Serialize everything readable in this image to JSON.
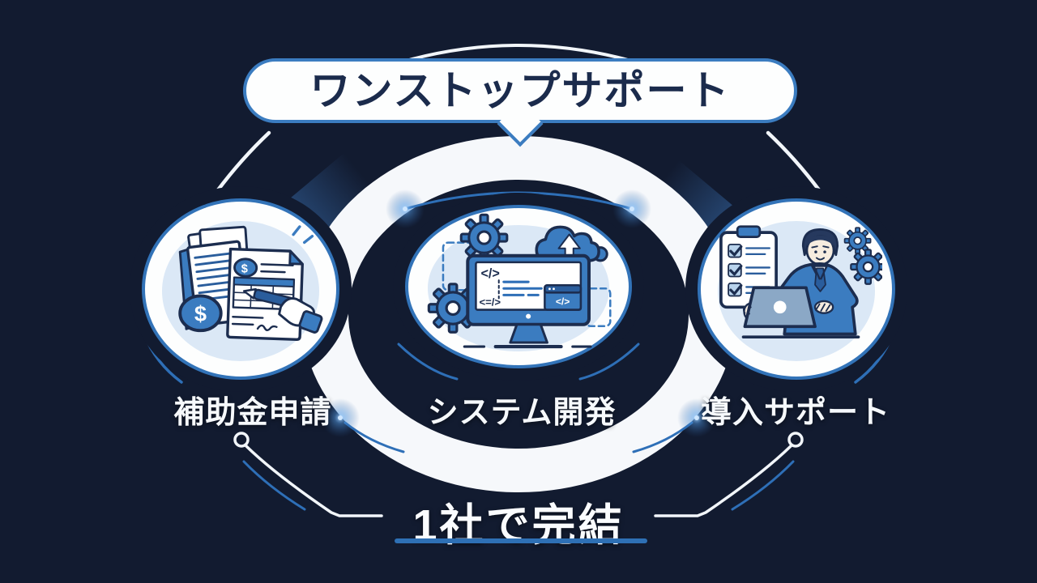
{
  "banner": {
    "text": "ワンストップサポート"
  },
  "steps": [
    {
      "label": "補助金申請",
      "icon": "subsidy-application-documents-icon"
    },
    {
      "label": "システム開発",
      "icon": "system-development-monitor-icon"
    },
    {
      "label": "導入サポート",
      "icon": "implementation-support-consultant-icon"
    }
  ],
  "footer": {
    "text": "1社で完結"
  },
  "icons": {
    "subsidy": {
      "dollar": "$"
    },
    "development": {
      "code_tag": "</>",
      "code_expr": "<=/>"
    }
  },
  "colors": {
    "background": "#121b30",
    "accent_blue": "#3b7cc0",
    "deep_blue": "#2a5d9c",
    "outline_navy": "#1c2d4f",
    "light_blue": "#dbe8f6",
    "ring_white": "#f6f8fb",
    "text_navy": "#1b2b4c",
    "underline_blue": "#2e70b5"
  }
}
